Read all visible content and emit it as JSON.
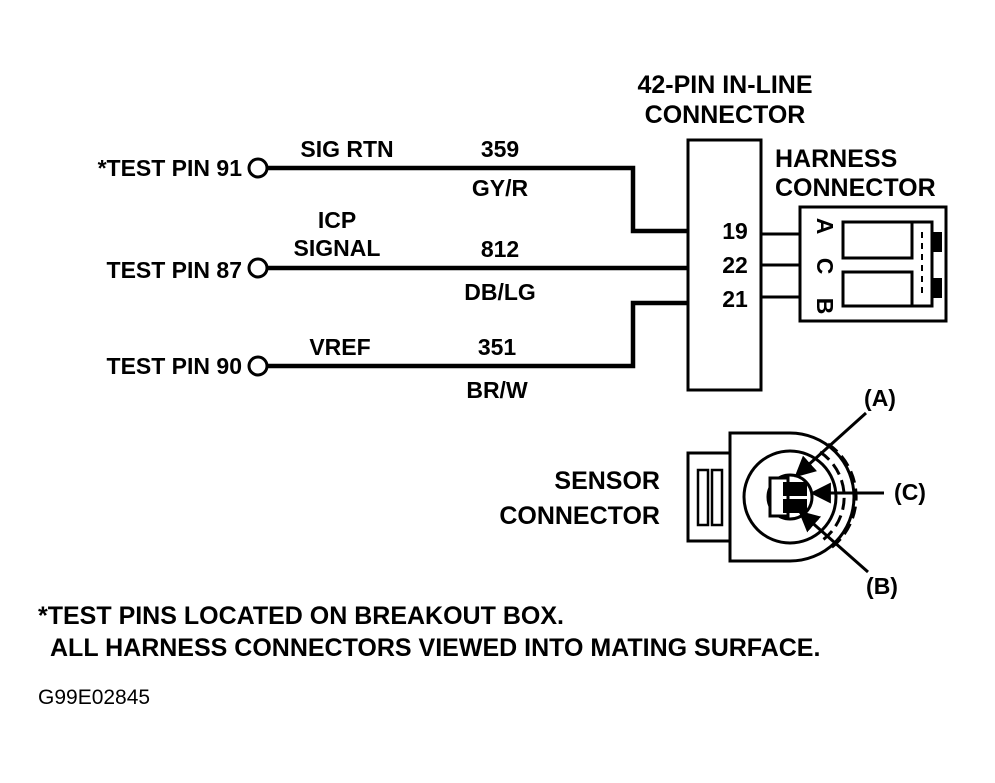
{
  "inline_connector": {
    "line1": "42-PIN IN-LINE",
    "line2": "CONNECTOR"
  },
  "harness_connector": {
    "line1": "HARNESS",
    "line2": "CONNECTOR"
  },
  "test_pins": [
    {
      "label": "*TEST PIN 91",
      "circuit": "SIG RTN",
      "wire_number": "359",
      "wire_color": "GY/R",
      "connector_pin": "19",
      "harness_pin": "A"
    },
    {
      "label": "TEST PIN 87",
      "circuit_line1": "ICP",
      "circuit_line2": "SIGNAL",
      "wire_number": "812",
      "wire_color": "DB/LG",
      "connector_pin": "22",
      "harness_pin": "C"
    },
    {
      "label": "TEST PIN 90",
      "circuit": "VREF",
      "wire_number": "351",
      "wire_color": "BR/W",
      "connector_pin": "21",
      "harness_pin": "B"
    }
  ],
  "sensor_connector": {
    "line1": "SENSOR",
    "line2": "CONNECTOR",
    "callout_a": "(A)",
    "callout_b": "(B)",
    "callout_c": "(C)"
  },
  "notes": {
    "line1": "*TEST PINS LOCATED ON BREAKOUT BOX.",
    "line2": "ALL HARNESS CONNECTORS VIEWED INTO MATING SURFACE."
  },
  "figure_code": "G99E02845"
}
